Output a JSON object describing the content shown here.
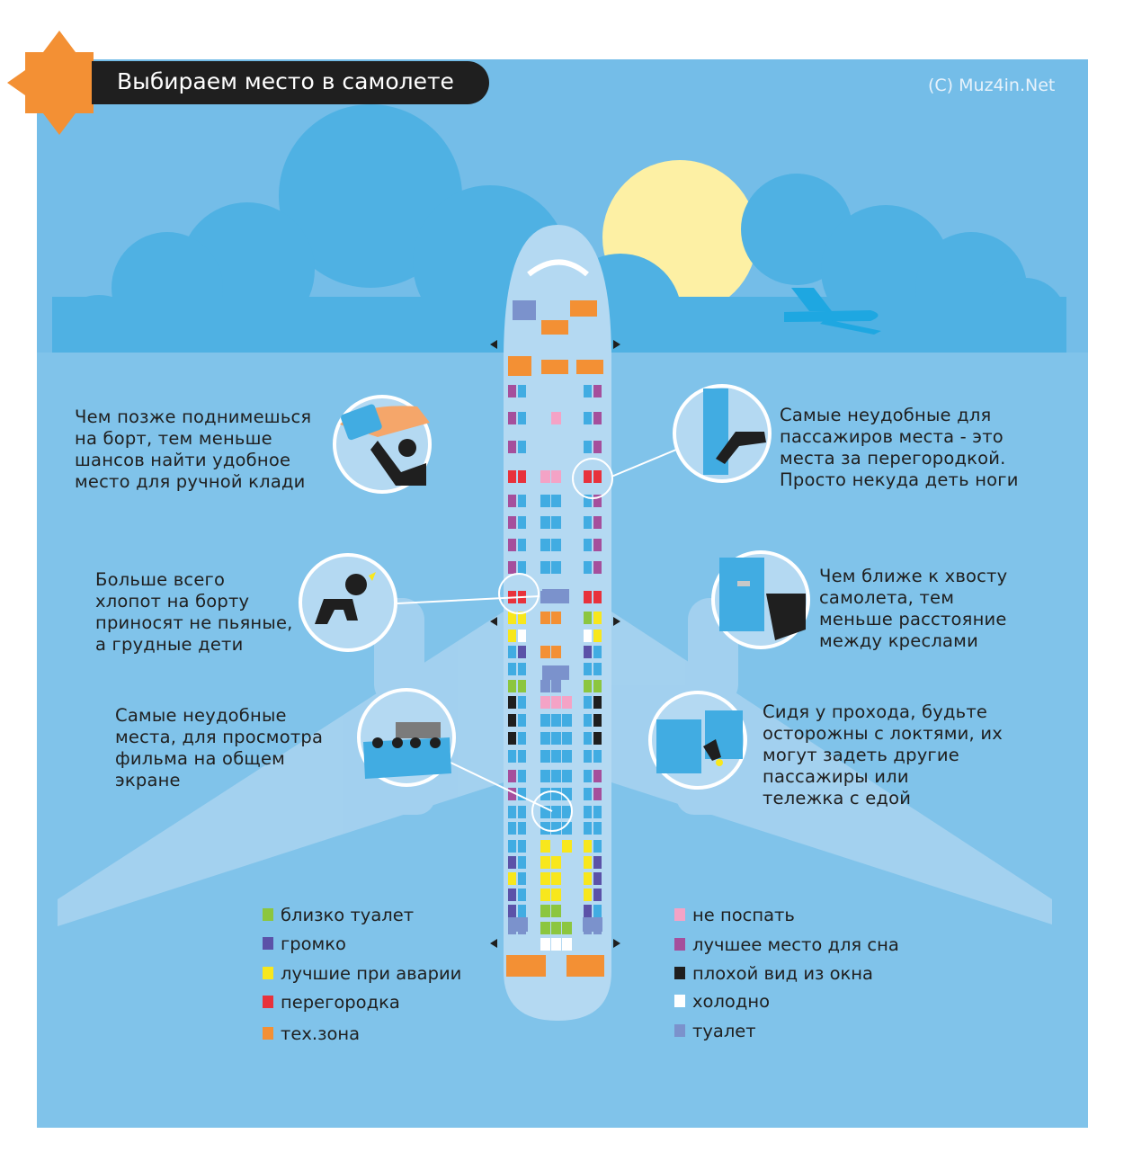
{
  "title": "Выбираем место в самолете",
  "copyright": "(C) Muz4in.Net",
  "colors": {
    "sky": "#74bde8",
    "cloud": "#4fb1e3",
    "sun": "#fdf0a4",
    "plane_body": "#b4d9f2",
    "seat": "#41ace2",
    "toilet": "#7b92cc",
    "tech_zone": "#f39034",
    "bad_window": "#1f1f1f",
    "partition": "#e8323c",
    "crash_best": "#f8e71c",
    "noisy": "#5b52a8",
    "near_toilet": "#8cc63f",
    "no_sleep": "#f4a3c6",
    "best_sleep": "#a54f9c",
    "cold": "#ffffff",
    "star": "#f39034"
  },
  "callouts": {
    "hand_luggage": "Чем позже поднимешься\nна борт, тем меньше\nшансов найти удобное\nместо для ручной клади",
    "babies": "Больше всего\nхлопот на борту\nприносят не пьяные,\nа грудные дети",
    "movie": "Самые неудобные\nместа, для просмотра\nфильма на общем\nэкране",
    "legroom": "Самые неудобные для\nпассажиров места - это\nместа за перегородкой.\nПросто некуда деть ноги",
    "tail": "Чем ближе к хвосту\nсамолета, тем\nменьше расстояние\nмежду креслами",
    "aisle": "Сидя у прохода, будьте\nосторожны с локтями, их\nмогут задеть другие\nпассажиры или\nтележка с едой"
  },
  "legend_left": [
    {
      "label": "близко туалет",
      "color": "#8cc63f"
    },
    {
      "label": "громко",
      "color": "#5b52a8"
    },
    {
      "label": "лучшие при аварии",
      "color": "#f8e71c"
    },
    {
      "label": "перегородка",
      "color": "#e8323c"
    },
    {
      "label": "тех.зона",
      "color": "#f39034"
    }
  ],
  "legend_right": [
    {
      "label": "не поспать",
      "color": "#f4a3c6"
    },
    {
      "label": "лучшее место для сна",
      "color": "#a54f9c"
    },
    {
      "label": "плохой вид из окна",
      "color": "#1f1f1f"
    },
    {
      "label": "холодно",
      "color": "#ffffff"
    },
    {
      "label": "туалет",
      "color": "#7b92cc"
    }
  ]
}
